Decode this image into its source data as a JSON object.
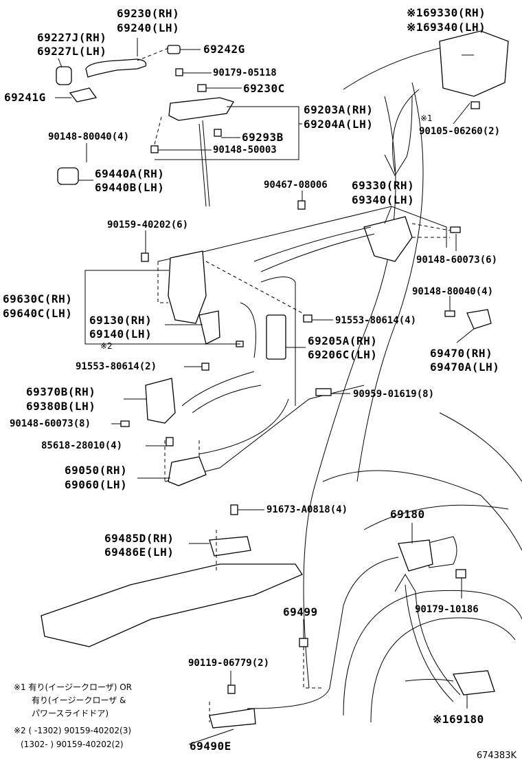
{
  "diagram": {
    "labels": {
      "p69230": "69230(RH)",
      "p69240": "69240(LH)",
      "p69227J": "69227J(RH)",
      "p69227L": "69227L(LH)",
      "p69242G": "69242G",
      "p69241G": "69241G",
      "p90179_05118": "90179-05118",
      "p69230C": "69230C",
      "p69203A": "69203A(RH)",
      "p69204A": "69204A(LH)",
      "p90148_80040a": "90148-80040(4)",
      "p69293B": "69293B",
      "p90148_50003": "90148-50003",
      "p69440A": "69440A(RH)",
      "p69440B": "69440B(LH)",
      "p69330_top": "※169330(RH)",
      "p69340_top": "※169340(LH)",
      "star1_right": "※1",
      "p90105_06260": "90105-06260(2)",
      "p90467_08006": "90467-08006",
      "p69330": "69330(RH)",
      "p69340": "69340(LH)",
      "p90159_40202a": "90159-40202(6)",
      "p90148_60073a": "90148-60073(6)",
      "p69630C": "69630C(RH)",
      "p69640C": "69640C(LH)",
      "p90148_80040b": "90148-80040(4)",
      "p69130": "69130(RH)",
      "p69140": "69140(LH)",
      "p91553_80614a": "91553-80614(4)",
      "star2_left": "※2",
      "p69205A": "69205A(RH)",
      "p69206C": "69206C(LH)",
      "p69470": "69470(RH)",
      "p69470A": "69470A(LH)",
      "p91553_80614b": "91553-80614(2)",
      "p69370B": "69370B(RH)",
      "p69380B": "69380B(LH)",
      "p90959_01619": "90959-01619(8)",
      "p90148_60073b": "90148-60073(8)",
      "p85618_28010": "85618-28010(4)",
      "p69050": "69050(RH)",
      "p69060": "69060(LH)",
      "p91673_A0818": "91673-A0818(4)",
      "p69180": "69180",
      "p69485D": "69485D(RH)",
      "p69486E": "69486E(LH)",
      "p90179_10186": "90179-10186",
      "p69499": "69499",
      "p90119_06779": "90119-06779(2)",
      "p69180_b": "※169180",
      "p69490E": "69490E",
      "n1_a": "※1 有り(イージークローザ) OR",
      "n1_b": "有り(イージークローザ &",
      "n1_c": "パワースライドドア)",
      "n2_a": "※2 (      -1302) 90159-40202(3)",
      "n2_b": "(1302-       ) 90159-40202(2)"
    },
    "catalog_id": "674383K"
  }
}
